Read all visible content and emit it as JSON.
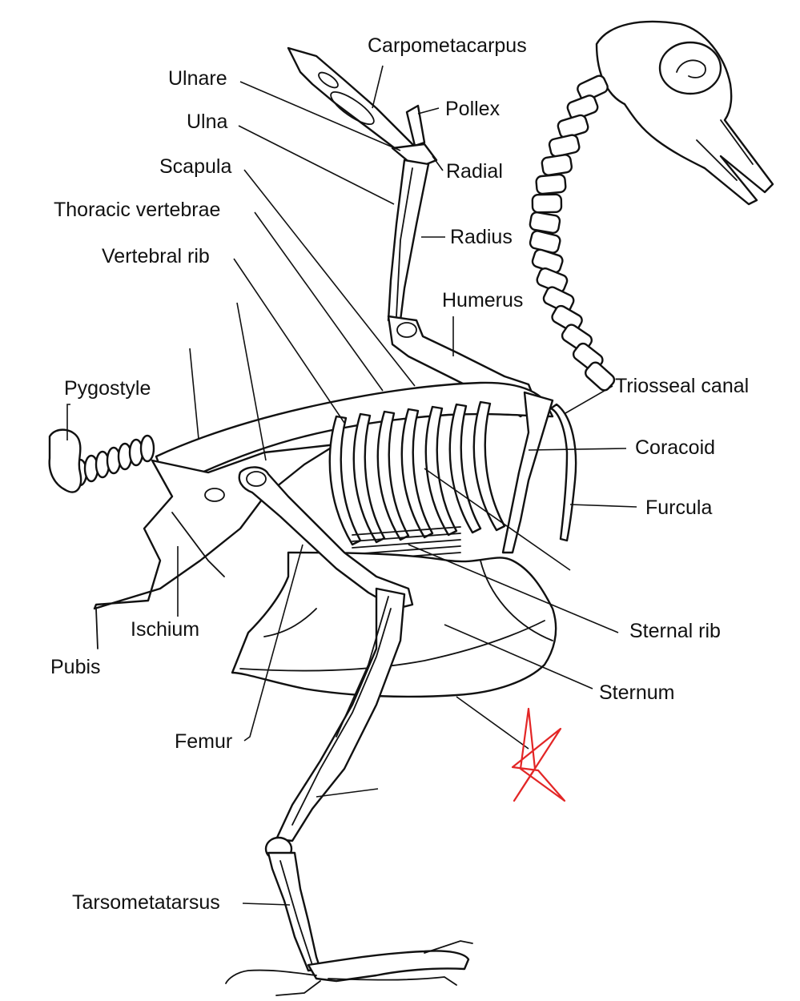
{
  "labels": {
    "carpometacarpus": "Carpometacarpus",
    "ulnare": "Ulnare",
    "pollex": "Pollex",
    "ulna": "Ulna",
    "radial": "Radial",
    "scapula": "Scapula",
    "thoracic_vertebrae": "Thoracic vertebrae",
    "radius": "Radius",
    "vertebral_rib": "Vertebral rib",
    "humerus": "Humerus",
    "pygostyle": "Pygostyle",
    "triosseal_canal": "Triosseal canal",
    "coracoid": "Coracoid",
    "furcula": "Furcula",
    "ischium": "Ischium",
    "sternal_rib": "Sternal rib",
    "pubis": "Pubis",
    "sternum": "Sternum",
    "femur": "Femur",
    "tarsometatarsus": "Tarsometatarsus"
  },
  "colors": {
    "line": "#111111",
    "annotation_mark": "#e32626",
    "background": "#ffffff"
  }
}
